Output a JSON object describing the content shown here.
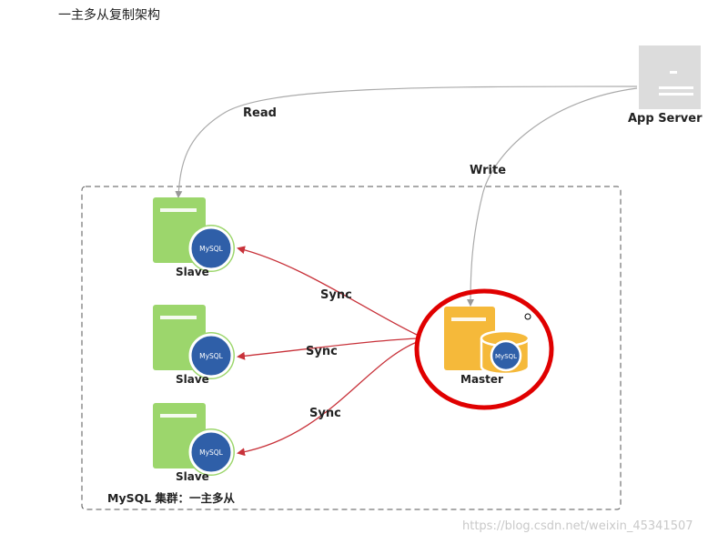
{
  "title": "一主多从复制架构",
  "app_server": {
    "label": "App Server"
  },
  "edges": {
    "read_label": "Read",
    "write_label": "Write",
    "sync_labels": [
      "Sync",
      "Sync",
      "Sync"
    ]
  },
  "cluster": {
    "label": "MySQL 集群：一主多从"
  },
  "slaves": [
    {
      "label": "Slave"
    },
    {
      "label": "Slave"
    },
    {
      "label": "Slave"
    }
  ],
  "master": {
    "label": "Master"
  },
  "db_badge": "MySQL",
  "highlight": "red-circle-around-master",
  "watermark": "https://blog.csdn.net/weixin_45341507",
  "colors": {
    "slave_green": "#9cd66c",
    "master_yellow": "#f5b93a",
    "server_gray": "#dcdcdc",
    "sync_arrow": "#c8323a",
    "read_write_arrow": "#aaaaaa",
    "highlight_red": "#e00000",
    "badge_blue": "#2f5fa8"
  }
}
